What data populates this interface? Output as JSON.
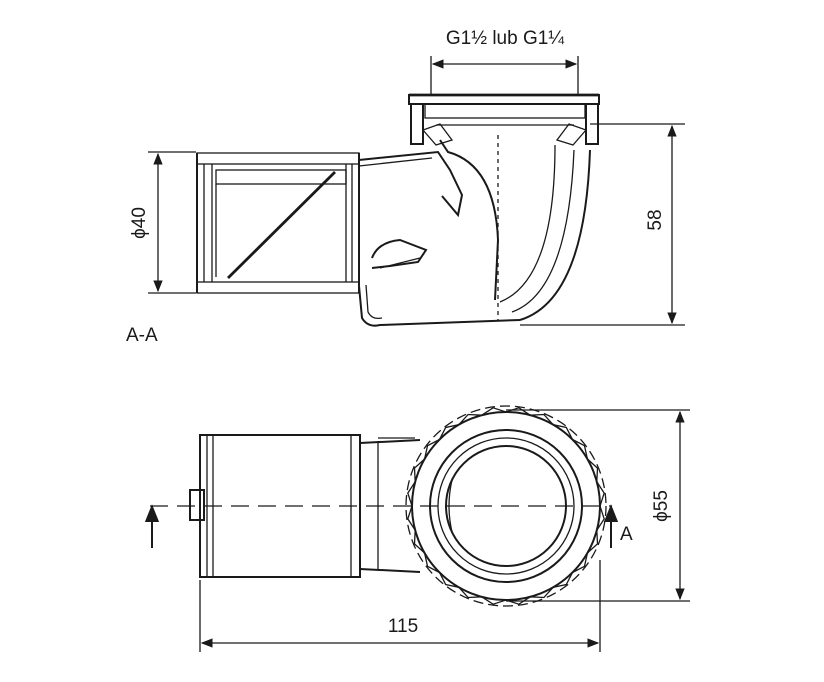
{
  "labels": {
    "thread": "G1½ lub G1¼",
    "dia40": "ϕ40",
    "dim58": "58",
    "section": "A-A",
    "dia55": "ϕ55",
    "dim115": "115",
    "section_mark": "A"
  },
  "colors": {
    "line": "#1a1a1a",
    "background": "#ffffff"
  },
  "icons": [
    "arrow-up-icon",
    "dimension-arrow-icon"
  ]
}
